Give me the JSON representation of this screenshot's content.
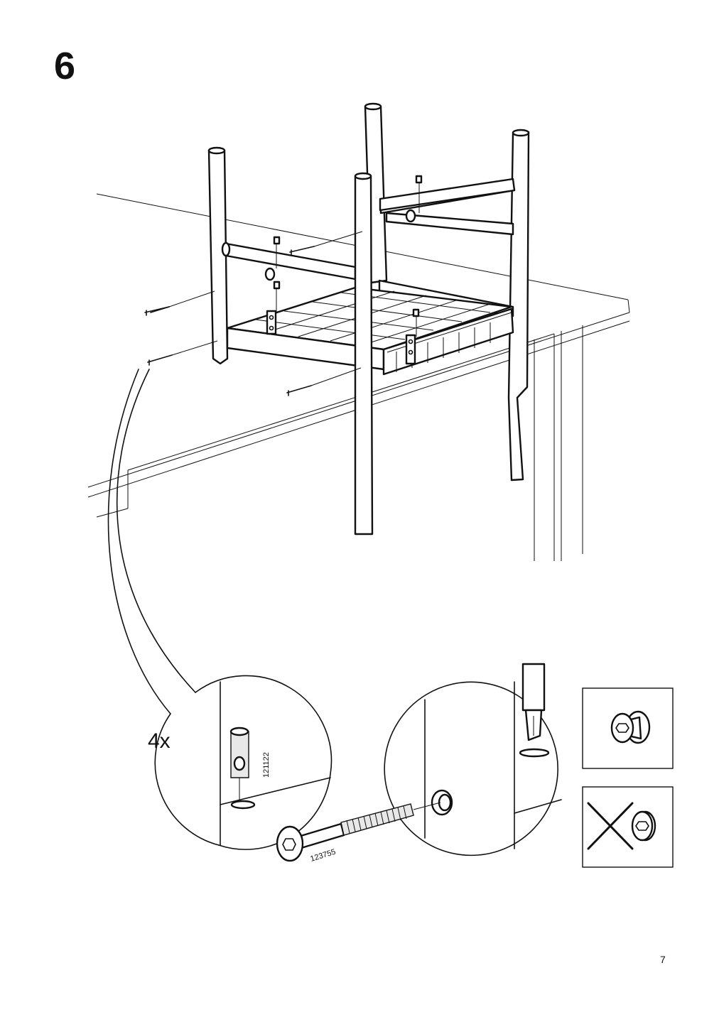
{
  "step": {
    "number": "6"
  },
  "detail": {
    "quantity": "4x",
    "barrel_nut_part": "121122",
    "bolt_part": "123755"
  },
  "tool": {
    "name": "hex-key"
  },
  "checks": [
    {
      "id": "correct",
      "mark": "none"
    },
    {
      "id": "incorrect",
      "mark": "cross"
    }
  ],
  "page": {
    "number": "7"
  }
}
